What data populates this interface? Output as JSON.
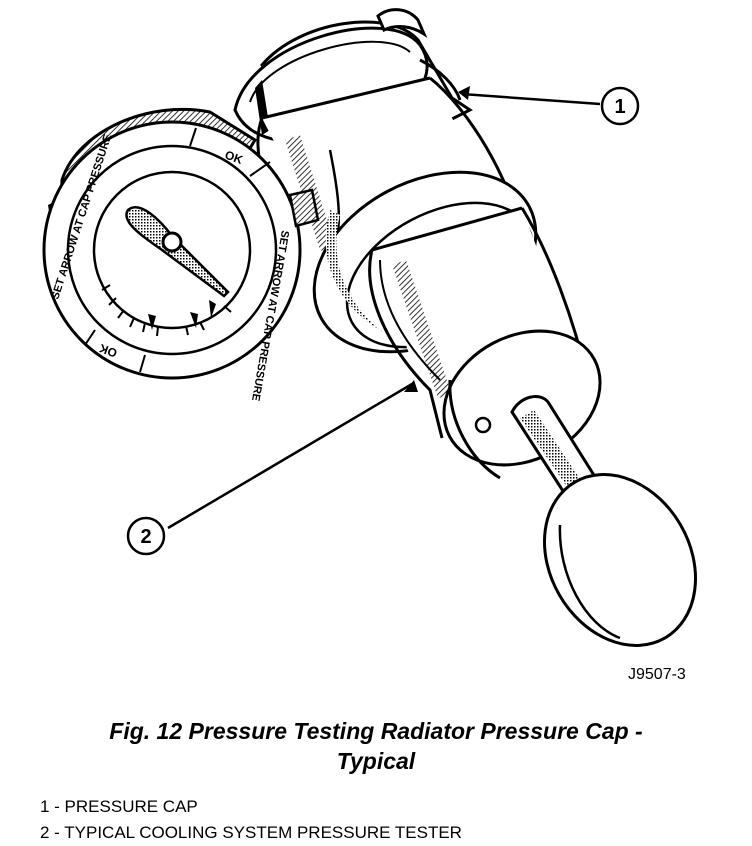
{
  "figure": {
    "id": "J9507-3",
    "caption_line1": "Fig. 12 Pressure Testing Radiator Pressure Cap -",
    "caption_line2": "Typical"
  },
  "callouts": [
    {
      "number": "1",
      "label": "PRESSURE CAP"
    },
    {
      "number": "2",
      "label": "TYPICAL COOLING SYSTEM PRESSURE TESTER"
    }
  ],
  "legend": [
    "1 - PRESSURE CAP",
    "2 - TYPICAL COOLING SYSTEM PRESSURE TESTER"
  ],
  "gauge": {
    "ring_text_top": "SET ARROW AT CAP PRESSURE",
    "ring_text_right": "SET ARROW AT CAP PRESSURE",
    "ok_top": "OK",
    "ok_bottom": "OK"
  }
}
